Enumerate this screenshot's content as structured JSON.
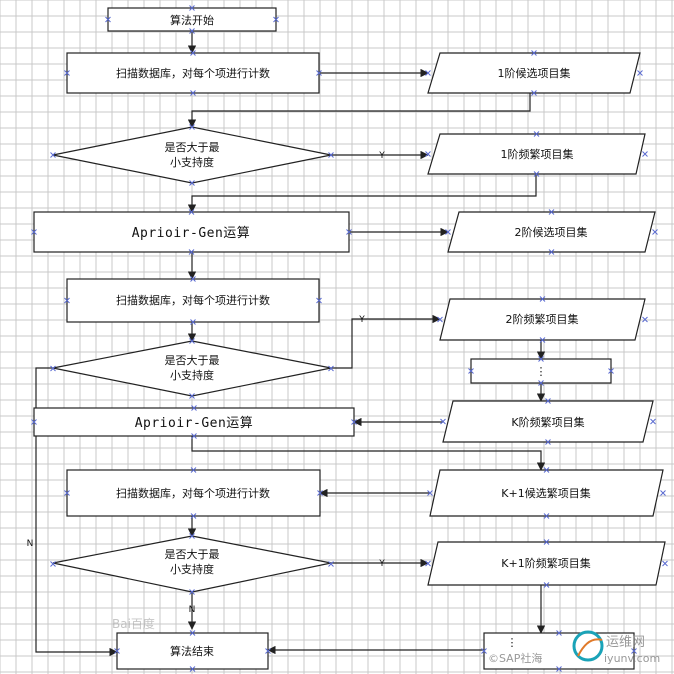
{
  "nodes": {
    "start": "算法开始",
    "scan1": "扫描数据库，对每个项进行计数",
    "cand1": "1阶候选项目集",
    "cond1_line1": "是否大于最",
    "cond1_line2": "小支持度",
    "freq1": "1阶频繁项目集",
    "gen1": "Aprioir-Gen运算",
    "cand2": "2阶候选项目集",
    "scan2": "扫描数据库，对每个项进行计数",
    "freq2": "2阶频繁项目集",
    "dots": "⋮",
    "cond2_line1": "是否大于最",
    "cond2_line2": "小支持度",
    "gen2": "Aprioir-Gen运算",
    "freqk": "K阶频繁项目集",
    "scan3": "扫描数据库，对每个项进行计数",
    "candk1": "K+1候选繁项目集",
    "cond3_line1": "是否大于最",
    "cond3_line2": "小支持度",
    "freqk1": "K+1阶频繁项目集",
    "end": "算法结束",
    "dots2": "⋮"
  },
  "edge_labels": {
    "y1": "Y",
    "y2": "Y",
    "y3": "Y",
    "n1": "N",
    "n2": "N"
  },
  "watermarks": {
    "baidu": "Bai百度",
    "site_name": "运维网",
    "site_author": "©SAP社海",
    "site_url": "iyunv.com"
  },
  "colors": {
    "grid": "#c9c9c9",
    "stroke": "#222222",
    "marker": "#5a6bd1",
    "logo_teal": "#1aa3b8"
  }
}
